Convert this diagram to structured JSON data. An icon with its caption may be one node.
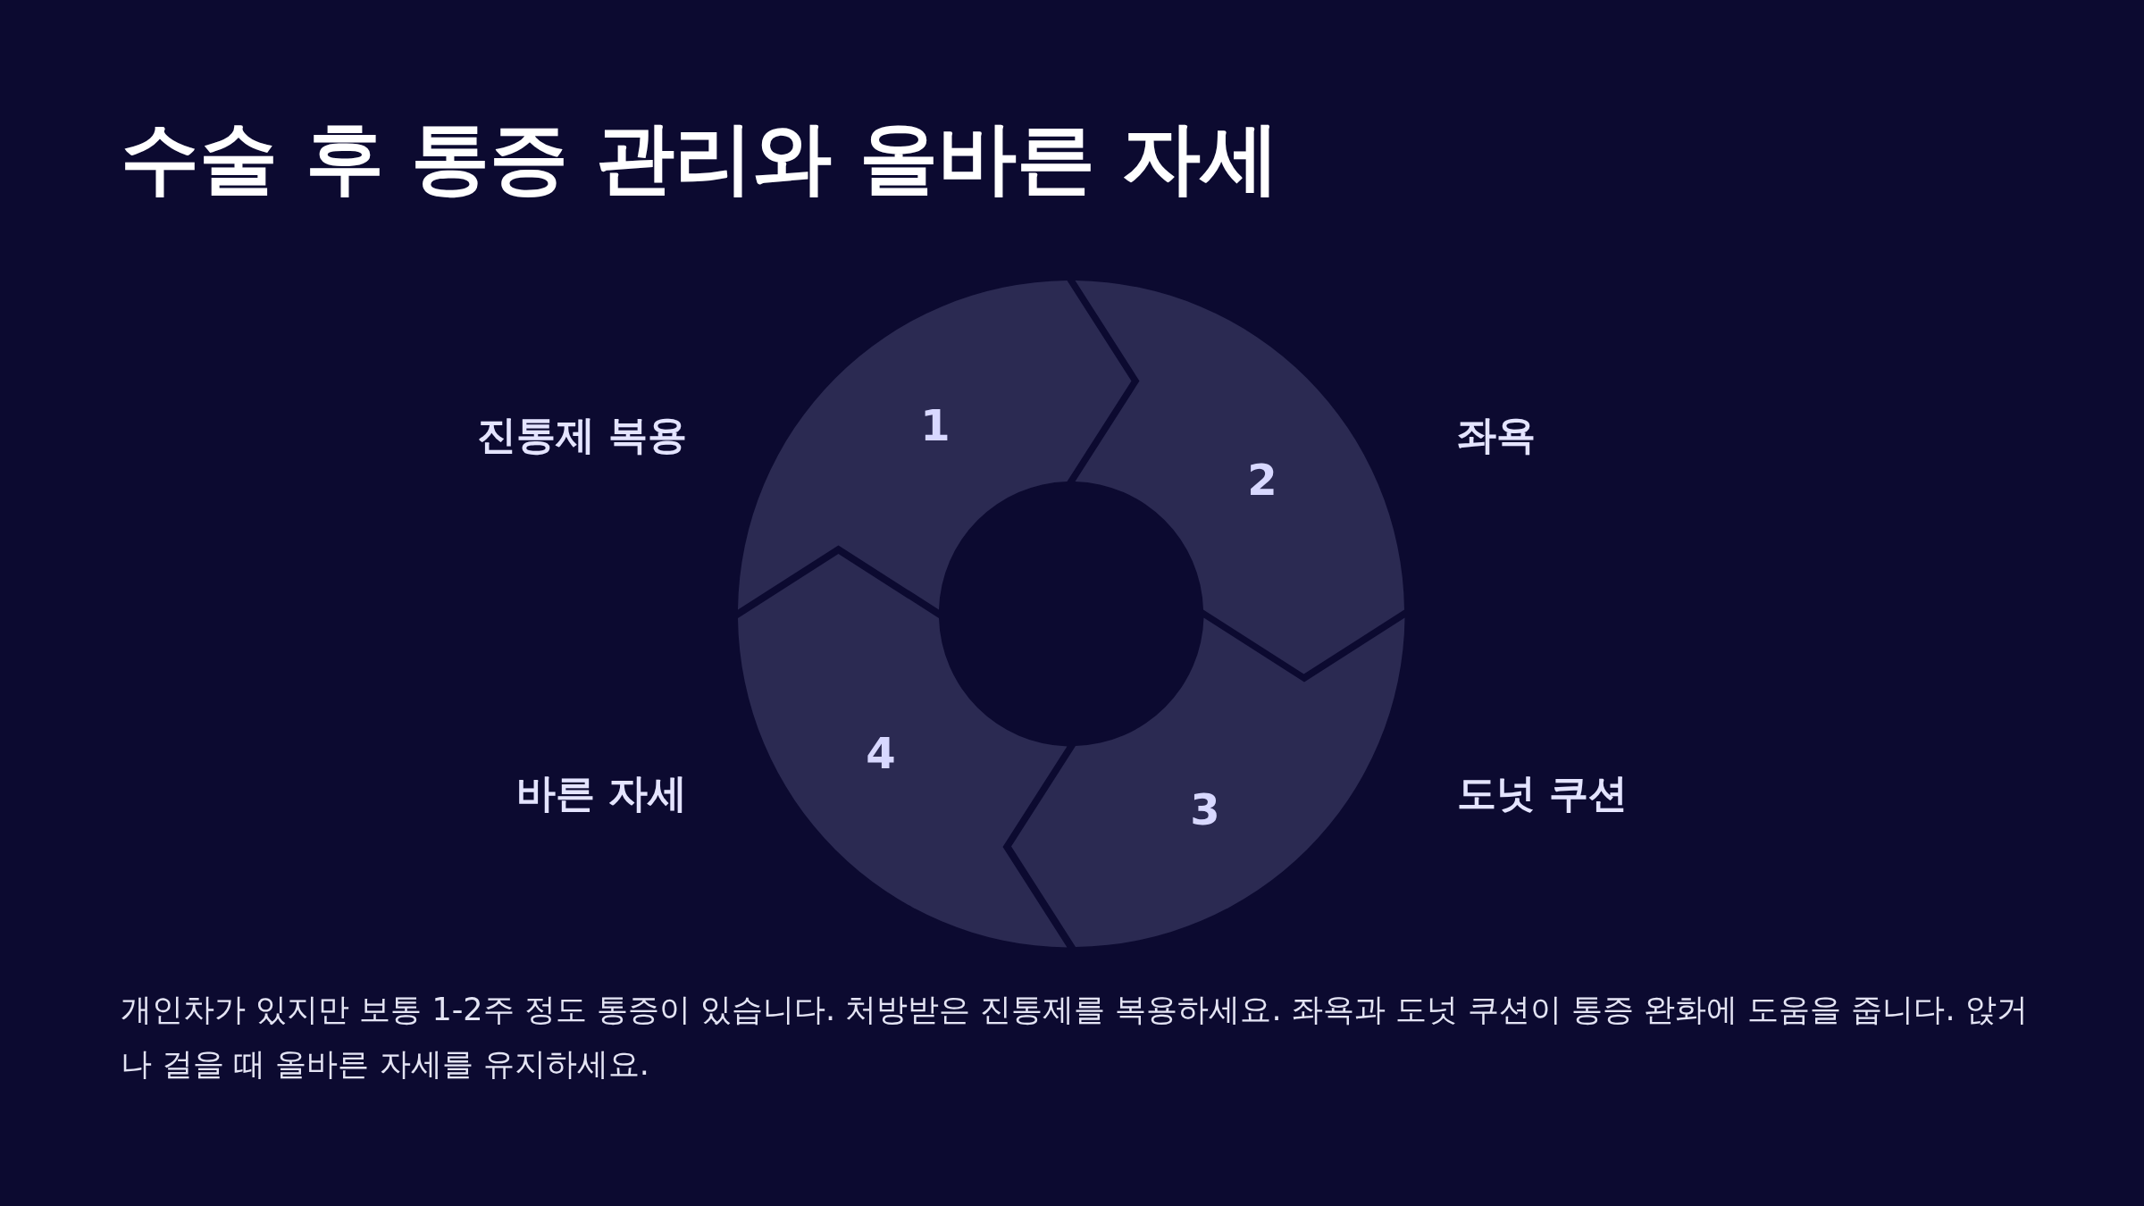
{
  "diagram": {
    "title": "수술 후 통증 관리와 올바른 자세",
    "nodes": [
      {
        "text": [
          "1"
        ],
        "beside": [
          "진통제 복용"
        ]
      },
      {
        "text": [
          "2"
        ],
        "beside": [
          "좌욕"
        ]
      },
      {
        "text": [
          "3"
        ],
        "beside": [
          "도넛 쿠션"
        ]
      },
      {
        "text": [
          "4"
        ],
        "beside": [
          "바른 자세"
        ]
      }
    ],
    "caption": "개인차가 있지만 보통 1-2주 정도 통증이 있습니다. 처방받은 진통제를 복용하세요. 좌욕과 도넛 쿠션이 통증 완화에 도움을 줍니다. 앉거나 걸을 때 올바른 자세를 유지하세요."
  }
}
